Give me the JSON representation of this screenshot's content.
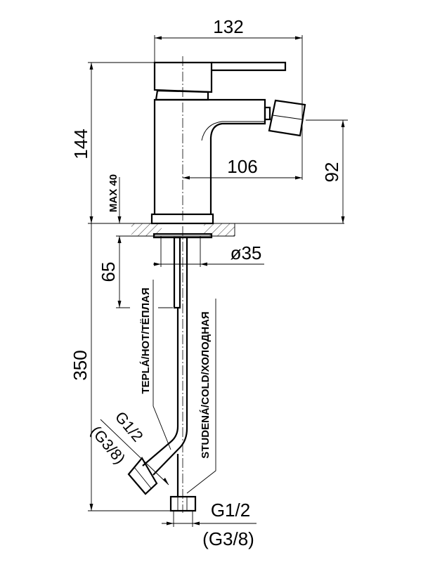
{
  "title": "Bidet mixer technical drawing",
  "dimensions": {
    "overall_width": "132",
    "overall_height": "144",
    "spout_reach": "106",
    "spout_height": "92",
    "max_deck": "MAX 40",
    "hose_offset": "65",
    "hose_length": "350",
    "base_diameter": "ø35"
  },
  "labels": {
    "hot": "TEPLÁ/HOT/ТЁПЛАЯ",
    "cold": "STUDENÁ/COLD/ХОЛОДНАЯ",
    "hot_thread": "G1/2",
    "hot_thread_alt": "(G3/8)",
    "cold_thread": "G1/2",
    "cold_thread_alt": "(G3/8)"
  }
}
